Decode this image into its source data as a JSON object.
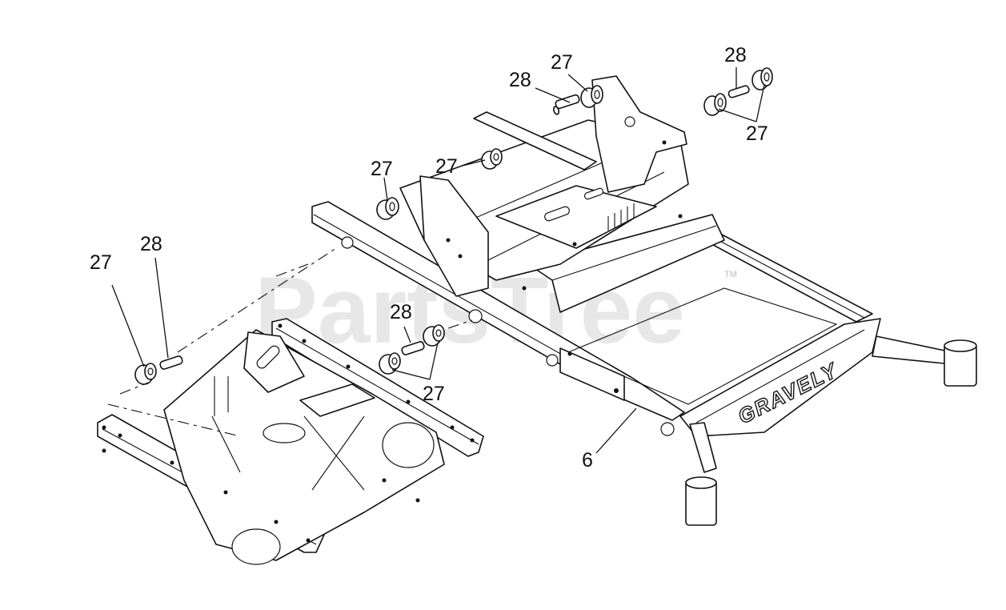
{
  "watermark": {
    "text": "PartsTree",
    "tm": "TM"
  },
  "brand": {
    "text": "GRAVELY"
  },
  "callouts": {
    "c28_top_center": "28",
    "c27_top_center": "27",
    "c28_top_right": "28",
    "c27_top_right": "27",
    "c27_upper_left": "27",
    "c27_upper_mid": "27",
    "c27_left": "27",
    "c28_left": "28",
    "c28_mid": "28",
    "c27_mid": "27",
    "c6": "6"
  },
  "colors": {
    "line": "#111111",
    "background": "#ffffff",
    "watermark": "#d4d4d4"
  }
}
